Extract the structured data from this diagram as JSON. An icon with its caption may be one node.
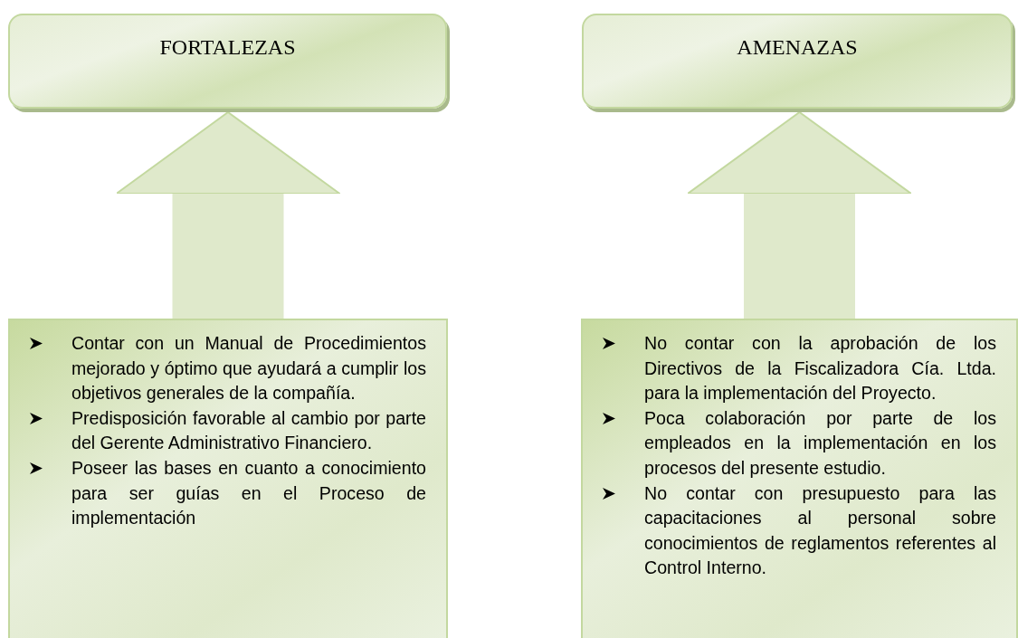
{
  "diagram": {
    "nodes": [
      {
        "text": [
          "FORTALEZAS"
        ]
      },
      {
        "text": [
          "Contar con un Manual de Procedimientos mejorado y óptimo que ayudará a cumplir los objetivos generales de la compañía.",
          "Predisposición favorable al cambio por parte del Gerente Administrativo Financiero.",
          "Poseer las bases en cuanto a conocimiento para ser guías en el Proceso de implementación"
        ]
      },
      {
        "text": [
          "AMENAZAS"
        ]
      },
      {
        "text": [
          "No contar con la aprobación de los Directivos de la Fiscalizadora Cía. Ltda. para la implementación del Proyecto.",
          "Poca colaboración por parte de los empleados en la implementación en los procesos del presente estudio.",
          "No contar con presupuesto para las capacitaciones al personal sobre conocimientos de reglamentos referentes al Control Interno."
        ]
      }
    ],
    "edges": [
      {
        "from": 1,
        "to": 0,
        "arrow": "to"
      },
      {
        "from": 3,
        "to": 2,
        "arrow": "to"
      }
    ]
  }
}
